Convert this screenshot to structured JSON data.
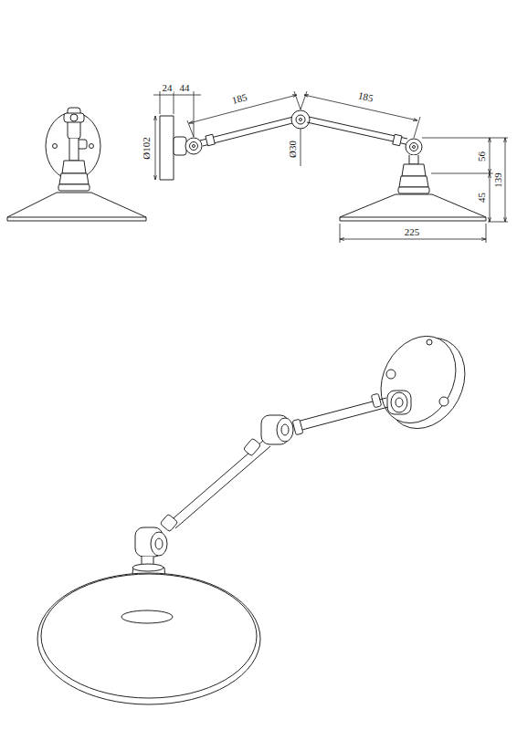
{
  "diagram": {
    "labels": [
      "24",
      "44",
      "185",
      "185",
      "Ø102",
      "Ø30",
      "56",
      "45",
      "139",
      "225"
    ]
  }
}
